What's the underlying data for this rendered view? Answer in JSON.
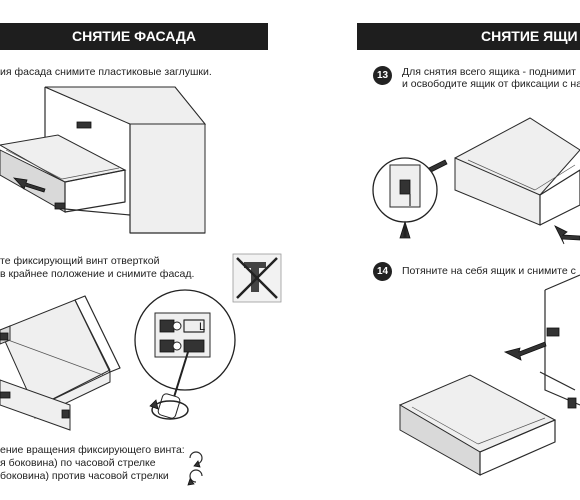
{
  "left_page": {
    "header": "СНЯТИЕ ФАСАДА",
    "step_a_text": "ия фасада снимите пластиковые заглушки.",
    "step_b_line1": "те фиксирующий винт отверткой",
    "step_b_line2": "в крайнее положение  и снимите фасад.",
    "label_L": "L",
    "rotation_line1": "ение вращения фиксирующего винта:",
    "rotation_line2": "я боковина) по часовой стрелке",
    "rotation_line3": "боковина) против часовой стрелки"
  },
  "right_page": {
    "header": "СНЯТИЕ ЯЩИ",
    "step13": {
      "number": "13",
      "line1": "Для снятия всего ящика - поднимит",
      "line2": "и освободите ящик от фиксации с напр"
    },
    "step14": {
      "number": "14",
      "line1": "Потяните на себя ящик и снимите с"
    }
  },
  "icons": [
    "crossed-out-tool-icon",
    "clockwise-arrow-icon",
    "counterclockwise-arrow-icon"
  ]
}
